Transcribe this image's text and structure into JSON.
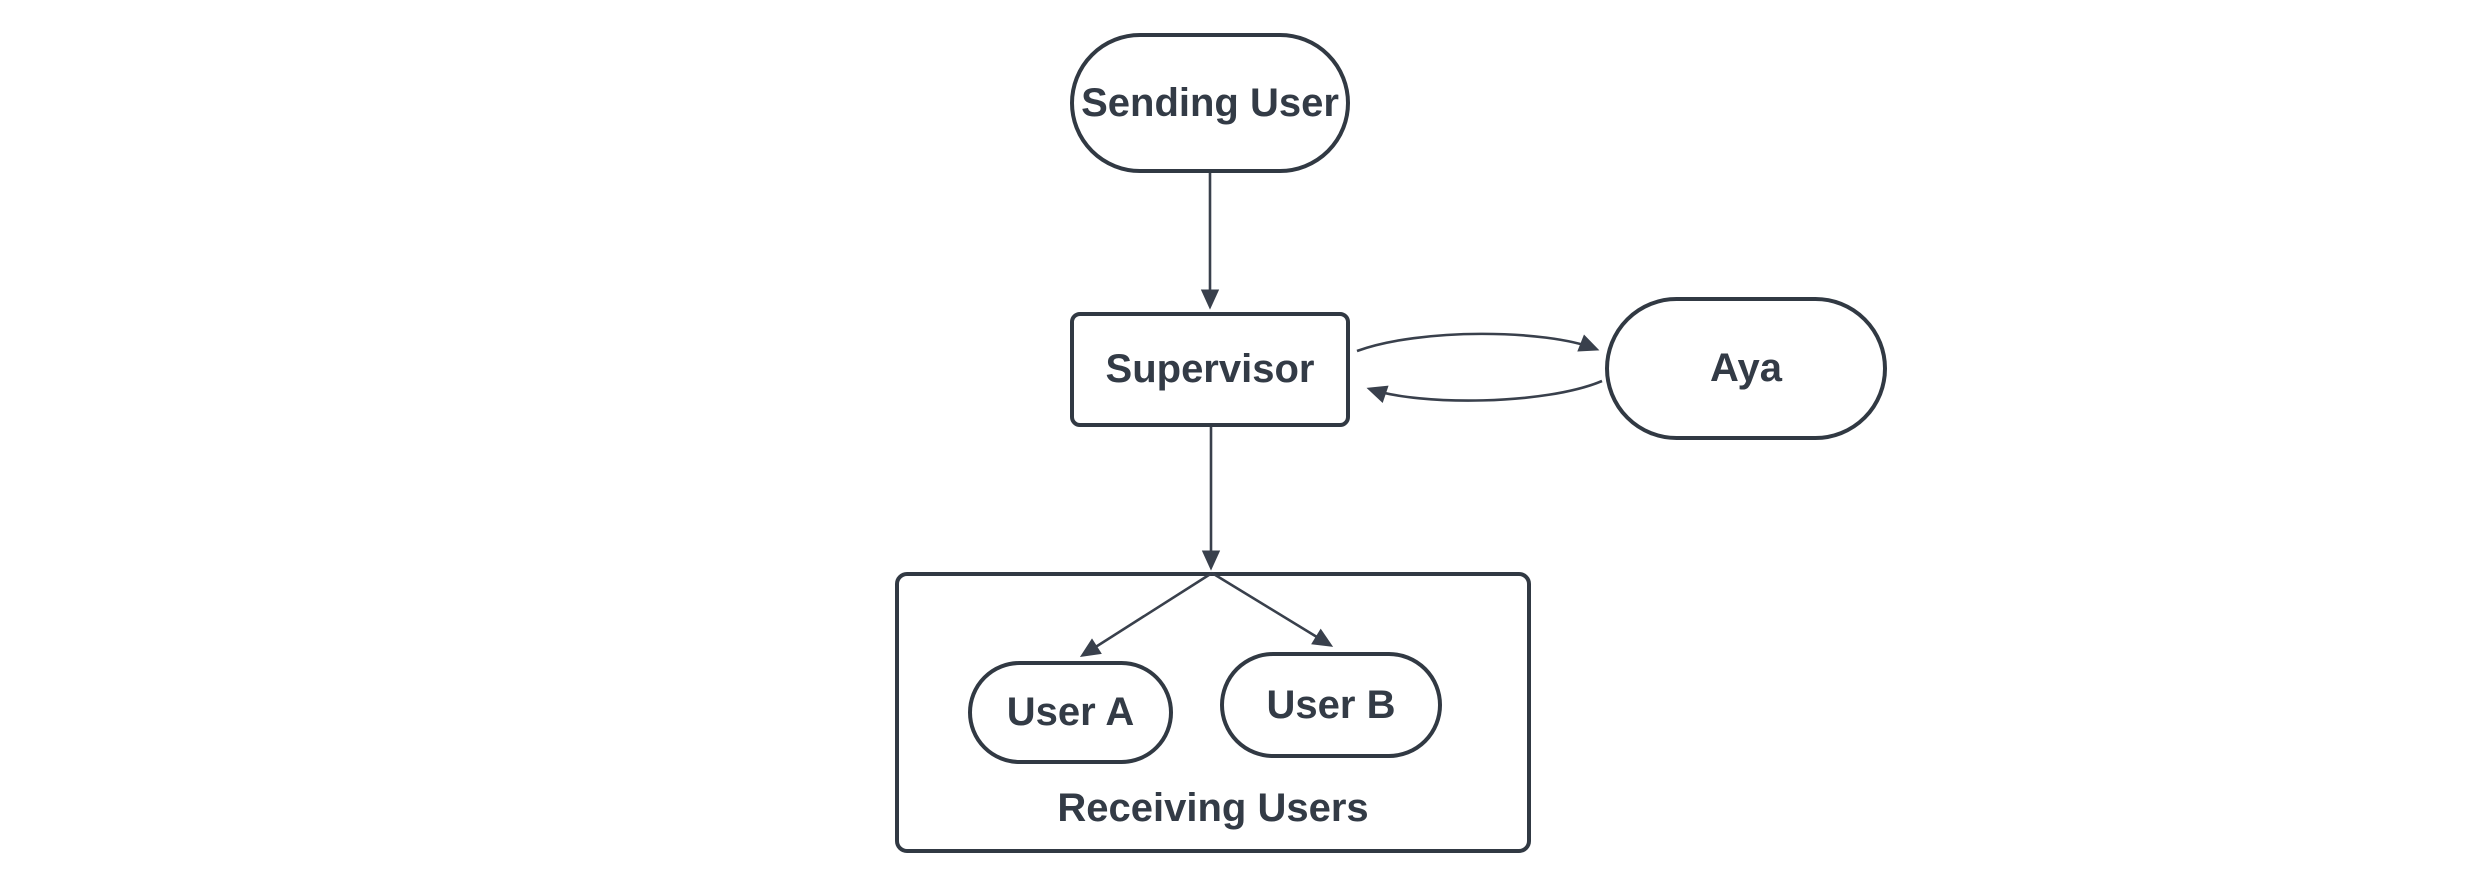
{
  "page": {
    "background": "#ffffff"
  },
  "diagram": {
    "type": "flowchart",
    "nodes": {
      "sending_user": {
        "label": "Sending User",
        "shape": "stadium"
      },
      "supervisor": {
        "label": "Supervisor",
        "shape": "rounded-rect"
      },
      "aya": {
        "label": "Aya",
        "shape": "stadium"
      },
      "user_a": {
        "label": "User A",
        "shape": "stadium"
      },
      "user_b": {
        "label": "User B",
        "shape": "stadium"
      }
    },
    "groups": {
      "receiving_users": {
        "label": "Receiving Users",
        "contains": [
          "User A",
          "User B"
        ]
      }
    },
    "edges": [
      {
        "from": "Sending User",
        "to": "Supervisor",
        "style": "straight-arrow"
      },
      {
        "from": "Supervisor",
        "to": "Aya",
        "style": "curved-arrow"
      },
      {
        "from": "Aya",
        "to": "Supervisor",
        "style": "curved-arrow"
      },
      {
        "from": "Supervisor",
        "to": "Receiving Users",
        "style": "straight-arrow"
      },
      {
        "from": "Receiving Users",
        "to": "User A",
        "style": "straight-arrow"
      },
      {
        "from": "Receiving Users",
        "to": "User B",
        "style": "straight-arrow"
      }
    ],
    "colors": {
      "node_fill": "#ffffff",
      "node_stroke": "#313943",
      "edge_stroke": "#39404c",
      "text": "#333b46",
      "background": "#ffffff"
    }
  }
}
